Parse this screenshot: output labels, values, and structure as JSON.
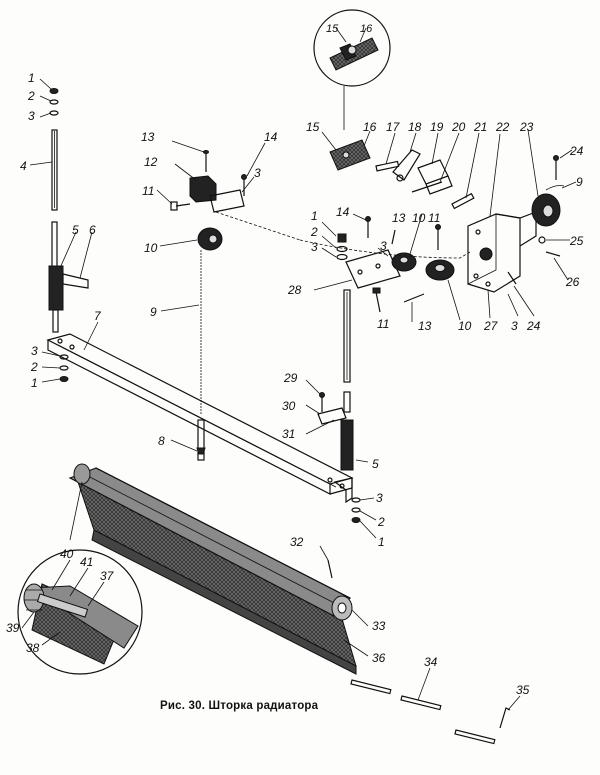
{
  "caption": "Рис. 30. Шторка радиатора",
  "labels": {
    "l1a": "1",
    "l2a": "2",
    "l3a": "3",
    "l4": "4",
    "l5a": "5",
    "l6": "6",
    "l3b": "3",
    "l2b": "2",
    "l1b": "1",
    "l7": "7",
    "l13a": "13",
    "l14a": "14",
    "l12": "12",
    "l3c": "3",
    "l11a": "11",
    "l10a": "10",
    "l9a": "9",
    "l8": "8",
    "l15a": "15",
    "l16a": "16",
    "l15b": "15",
    "l16b": "16",
    "l17": "17",
    "l18": "18",
    "l19": "19",
    "l20": "20",
    "l21": "21",
    "l22": "22",
    "l23": "23",
    "l24a": "24",
    "l9b": "9",
    "l25": "25",
    "l26": "26",
    "l1c": "1",
    "l2c": "2",
    "l3d": "3",
    "l14b": "14",
    "l13b": "13",
    "l10b": "10",
    "l11b": "11",
    "l3e": "3",
    "l28": "28",
    "l11c": "11",
    "l13c": "13",
    "l10c": "10",
    "l27": "27",
    "l3f": "3",
    "l24b": "24",
    "l29": "29",
    "l30": "30",
    "l31": "31",
    "l5b": "5",
    "l3g": "3",
    "l2d": "2",
    "l1d": "1",
    "l32": "32",
    "l33": "33",
    "l36": "36",
    "l34": "34",
    "l35": "35",
    "l40": "40",
    "l41": "41",
    "l37": "37",
    "l39": "39",
    "l38": "38"
  }
}
